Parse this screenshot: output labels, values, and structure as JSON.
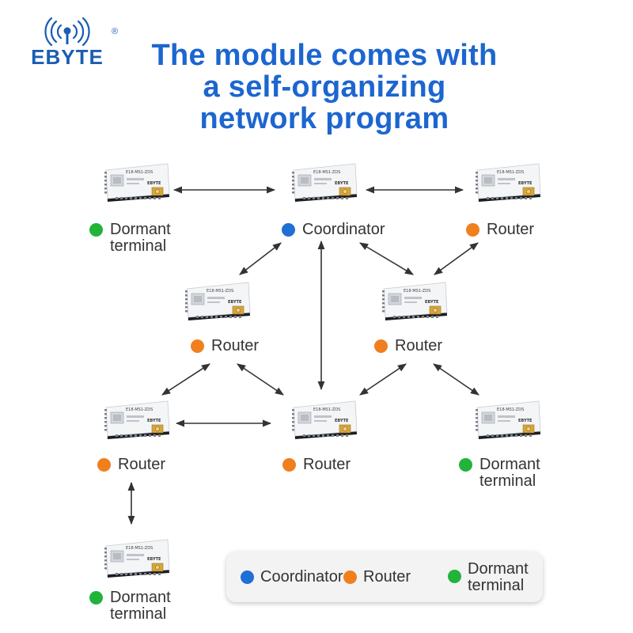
{
  "brand": {
    "name": "EBYTE",
    "registered": "®"
  },
  "title": {
    "line1": "The module comes with",
    "line2": "a self-organizing",
    "line3": "network program"
  },
  "colors": {
    "coordinator": "#1f6fd4",
    "router": "#f07f1e",
    "dormant": "#22b33a",
    "title": "#1c66cf"
  },
  "module_print": {
    "model": "E18-MS1-ZDS",
    "brand": "EBYTE"
  },
  "nodes": [
    {
      "id": "tl",
      "role": "dormant",
      "label": [
        "Dormant",
        "terminal"
      ]
    },
    {
      "id": "tc",
      "role": "coordinator",
      "label": [
        "Coordinator"
      ]
    },
    {
      "id": "tr",
      "role": "router",
      "label": [
        "Router"
      ]
    },
    {
      "id": "ml",
      "role": "router",
      "label": [
        "Router"
      ]
    },
    {
      "id": "mr",
      "role": "router",
      "label": [
        "Router"
      ]
    },
    {
      "id": "bl",
      "role": "router",
      "label": [
        "Router"
      ]
    },
    {
      "id": "bc",
      "role": "router",
      "label": [
        "Router"
      ]
    },
    {
      "id": "br",
      "role": "dormant",
      "label": [
        "Dormant",
        "terminal"
      ]
    },
    {
      "id": "bot",
      "role": "dormant",
      "label": [
        "Dormant",
        "terminal"
      ]
    }
  ],
  "links": [
    [
      "tl",
      "tc"
    ],
    [
      "tc",
      "tr"
    ],
    [
      "tc",
      "ml"
    ],
    [
      "tc",
      "mr"
    ],
    [
      "tc",
      "bc"
    ],
    [
      "tr",
      "mr"
    ],
    [
      "ml",
      "bl"
    ],
    [
      "ml",
      "bc"
    ],
    [
      "mr",
      "bc"
    ],
    [
      "mr",
      "br"
    ],
    [
      "bl",
      "bc"
    ],
    [
      "bl",
      "bot"
    ]
  ],
  "legend": [
    {
      "role": "coordinator",
      "label": [
        "Coordinator"
      ]
    },
    {
      "role": "router",
      "label": [
        "Router"
      ]
    },
    {
      "role": "dormant",
      "label": [
        "Dormant",
        "terminal"
      ]
    }
  ]
}
